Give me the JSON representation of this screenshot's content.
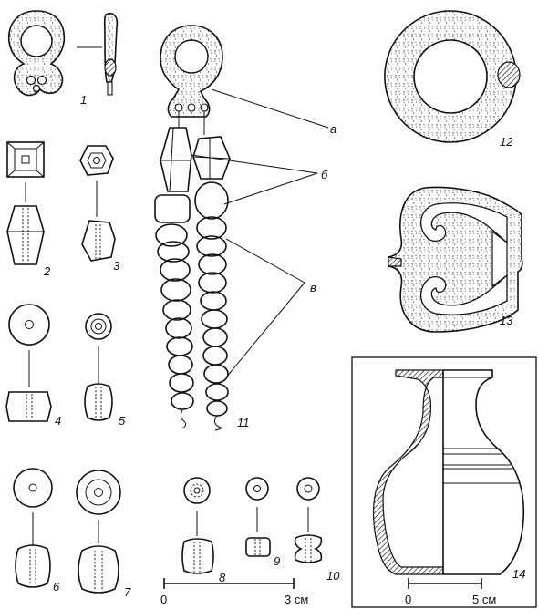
{
  "labels": {
    "n1": "1",
    "n2": "2",
    "n3": "3",
    "n4": "4",
    "n5": "5",
    "n6": "6",
    "n7": "7",
    "n8": "8",
    "n9": "9",
    "n10": "10",
    "n11": "11",
    "n12": "12",
    "n13": "13",
    "n14": "14",
    "a": "а",
    "b": "б",
    "v": "в"
  },
  "scales": {
    "small": {
      "zero": "0",
      "max": "3 см"
    },
    "vessel": {
      "zero": "0",
      "max": "5 см"
    }
  }
}
